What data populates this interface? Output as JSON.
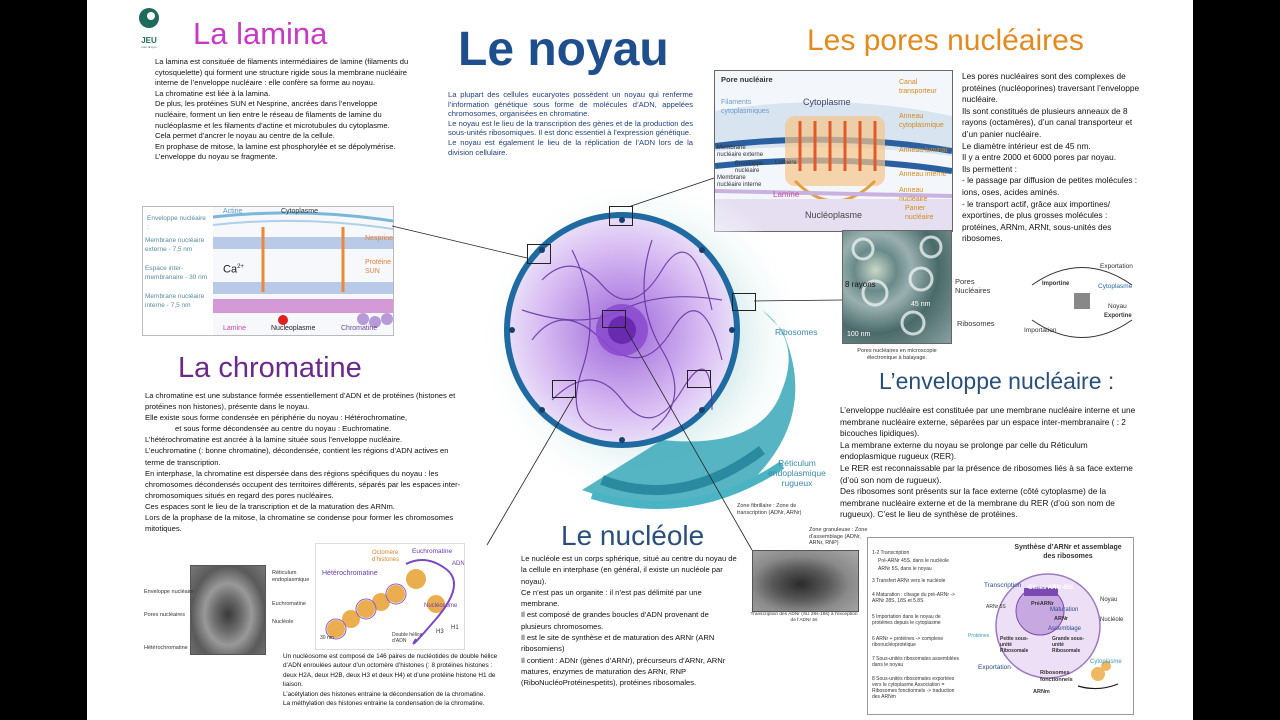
{
  "logo": {
    "text": "JEU",
    "subtext": "coin di sym"
  },
  "titles": {
    "lamina": "La lamina",
    "noyau": "Le noyau",
    "pores": "Les pores nucléaires",
    "chromatine": "La chromatine",
    "enveloppe": "L’enveloppe nucléaire :",
    "nucleole": "Le nucléole"
  },
  "colors": {
    "lamina": "#c73ac3",
    "noyau": "#1f4e8c",
    "pores": "#e08a1f",
    "chromatine": "#6a2a8a",
    "enveloppe": "#2a4f7a",
    "nucleole": "#2a4f7a"
  },
  "lamina_text": [
    "La lamina est consituée de filaments intermédiaires de lamine (filaments du cytosquelette) qui forment une structure rigide sous la membrane nucléaire interne de l’enveloppe nucléaire : elle confère sa forme au noyau.",
    "La chromatine est liée à la lamina.",
    "De plus, les protéines SUN et Nesprine, ancrées dans l’enveloppe nucléaire, forment un lien entre le réseau de filaments de lamine du nucléoplasme et les filaments d’actine et microtubules du cytoplasme.",
    "Cela permet d’ancrer le noyau au centre de la cellule.",
    "En prophase de mitose, la lamine est phosphorylée et se dépolymérise. L’enveloppe du noyau se fragmente."
  ],
  "noyau_text": [
    "La plupart des cellules eucaryotes possèdent un noyau qui renferme l’information génétique sous forme de molécules d’ADN, appelées chromosomes, organisées en chromatine.",
    "Le noyau est le lieu de la transcription des gènes et de la production des sous-unités ribosomiques. Il est donc essentiel à l’expression génétique.",
    "Le noyau est également le lieu de la réplication de l’ADN lors de la division cellulaire."
  ],
  "pores_text": [
    "Les pores nucléaires sont des complexes de protéines (nucléoporines) traversant l’enveloppe nucléaire.",
    "Ils sont constitués de plusieurs anneaux de 8 rayons (octamères), d’un canal transporteur et d’un panier nucléaire.",
    "Le diamètre intérieur est de 45 nm.",
    "Il y a entre 2000 et 6000 pores par noyau.",
    "Ils permettent :",
    "- le passage par diffusion de petites molécules : ions, oses, acides aminés.",
    "- le transport actif, grâce aux importines/ exportines, de plus grosses molécules : protéines, ARNm, ARNt, sous-unités des ribosomes."
  ],
  "chromatine_text": [
    "La chromatine est une substance formée essentiellement d’ADN et de protéines (histones et protéines non histones), présente dans le noyau.",
    "Elle existe sous forme condensée en périphérie du noyau : Hétérochromatine,",
    "et sous forme décondensée au centre du noyau : Euchromatine.",
    "L’hétérochromatine est ancrée à la lamine située sous l’enveloppe nucléaire.",
    "L’euchromatine (: bonne chromatine), décondensée, contient les régions d’ADN actives en terme de transcription.",
    "En interphase, la chromatine est dispersée dans des régions spécifiques du noyau : les chromosomes décondensés occupent des territoires différents, séparés par les espaces inter-chromosomiques situés en regard des pores nucléaires.",
    "Ces espaces sont le lieu de la transcription et de la maturation des ARNm.",
    "Lors de la prophase de la mitose, la chromatine se condense pour former les chromosomes mitotiques."
  ],
  "nucleosome_text": [
    "Un nucléosome est composé de 146 paires de nucléotides de double hélice d’ADN enroulées autour d’un octomère d’histones (: 8 protéines histones : deux H2A, deux H2B, deux H3 et deux H4) et d’une protéine histone H1 de liaison.",
    "L’acétylation des histones entraine la décondensation de la chromatine.",
    "La méthylation des histones entraine la condensation de la chromatine."
  ],
  "enveloppe_text": [
    "L’enveloppe nucléaire est constituée par une membrane nucléaire interne et une membrane nucléaire externe, séparées par un espace inter-membranaire ( : 2 bicouches lipidiques).",
    "La membrane externe du noyau se prolonge par celle du Réticulum endoplasmique rugueux (RER).",
    "Le RER est reconnaissable par la présence de ribosomes liés à sa face externe (d’où son nom de rugueux).",
    "Des ribosomes sont présents sur la face externe (côté cytoplasme) de la membrane nucléaire externe et de la membrane du RER (d’où son nom de rugueux). C’est le lieu de synthèse de protéines."
  ],
  "nucleole_text": [
    "Le nucléole est un corps sphérique, situé au centre du noyau de la cellule en interphase (en général, il existe un nucléole par noyau).",
    "Ce n’est pas un organite : il n’est pas délimité par une membrane.",
    "Il est composé de grandes boucles d’ADN provenant de plusieurs chromosomes.",
    "Il est le site de synthèse et de maturation des ARNr (ARN ribosomiens)",
    "Il contient : ADNr (gènes d’ARNr), précurseurs d’ARNr, ARNr matures, enzymes de maturation des ARNr, RNP (RiboNucléoProtéinespetits), protéines ribosomales."
  ],
  "lamina_diagram": {
    "left_labels": [
      "Enveloppe nucléaire :",
      "Membrane nucléaire externe - 7,5 nm",
      "Espace inter-membranaire - 30 nm",
      "Membrane nucléaire interne - 7,5 nm"
    ],
    "actine": "Actine",
    "cytoplasme": "Cytoplasme",
    "nesprine": "Nesprine",
    "proteine_sun": "Protéine SUN",
    "ca": "Ca",
    "ca_sup": "2+",
    "lamine": "Lamine",
    "nucleoplasme": "Nucleoplasme",
    "chromatine": "Chromatine"
  },
  "pore_diagram": {
    "title": "Pore nucléaire",
    "cytoplasme": "Cytoplasme",
    "canal": "Canal transporteur",
    "filaments": "Filaments cytoplasmiques",
    "anneau_cyto": "Anneau cytoplasmique",
    "anneau_luminal": "Anneau luminal",
    "membrane_ext": "Membrane nucléaire externe",
    "enveloppe": "Enveloppe nucléaire",
    "lumiere": "Lumière",
    "membrane_int": "Membrane nucléaire interne",
    "anneau_interne": "Anneau interne",
    "anneau_nucleaire": "Anneau nucléaire",
    "lamine": "Lamine",
    "nucleoplasme": "Nucléoplasme",
    "panier": "Panier nucléaire"
  },
  "micro": {
    "rayons": "8 rayons",
    "nm": "45 nm",
    "scale": "100 nm",
    "pores": "Pores Nucléaires",
    "ribosomes": "Ribosomes",
    "caption": "Pores nucléaires en microscopie électronique à balayage."
  },
  "transport": {
    "exportation": "Exportation",
    "importine": "Importine",
    "cytoplasme": "Cytoplasme",
    "noyau": "Noyau",
    "exportine": "Exportine",
    "importation": "Importation"
  },
  "cell_labels": {
    "ribosomes": "Ribosomes",
    "reticulum": "Réticulum endoplasmique rugueux"
  },
  "em_labels": [
    "Enveloppe nucléaire",
    "Réticulum endoplasmique",
    "Pores nucléaires",
    "Euchromatine",
    "Nucléole",
    "Hétérochromatine"
  ],
  "nucleosome_diagram": {
    "octomere": "Octomère d’histones",
    "euchromatine": "Euchromatine",
    "adn": "ADN",
    "heterochromatine": "Hétérochromatine",
    "nucleosome": "Nucléosome",
    "h1": "H1",
    "h3": "H3",
    "scale": "30 nm",
    "double": "Double hélice d’ADN"
  },
  "nucleole_em": {
    "zf": "Zone fibrillaire : Zone de transcription (ADNr, ARNr)",
    "zg": "Zone granuleuse : Zone d’assemblage (ADNr, ARNr, RNP)",
    "caption": "Transcription des ADNr (SU 28s-18s) à l’exception de l’ADNr 5s"
  },
  "synthese": {
    "title": "Synthèse d’ARNr et assemblage des ribosomes",
    "steps": [
      "1-2 Transcription",
      "Pré-ARNr 45S, dans le nucléole",
      "ARNr 5S, dans le noyau",
      "3 Transfert ARNr vers le nucléole",
      "4 Maturation : clivage du pré-ARNr -> ARNr 28S, 18S et 5.8S",
      "5 Importation dans le noyau de protéines depuis le cytoplasme",
      "6 ARNr + protéines -> complexe ribonucléoprotéique",
      "7 Sous-unités ribosomales assemblées dans le noyau",
      "8 Sous-unités ribosomales exportées vers le cytoplasme Association = Ribosomes fonctionnels -> traduction des ARNm"
    ],
    "labels": [
      "Transcription",
      "Gènes ARN 45S",
      "PréARNr",
      "Maturation",
      "ARNr",
      "Assemblage",
      "Noyau",
      "Nucléole",
      "Protéines",
      "Petite sous-unité Ribosomale",
      "Grande sous-unité Ribosomale",
      "Exportation",
      "Cytoplasme",
      "Ribosomes fonctionnels",
      "ARNm",
      "ARNr 5S"
    ]
  }
}
